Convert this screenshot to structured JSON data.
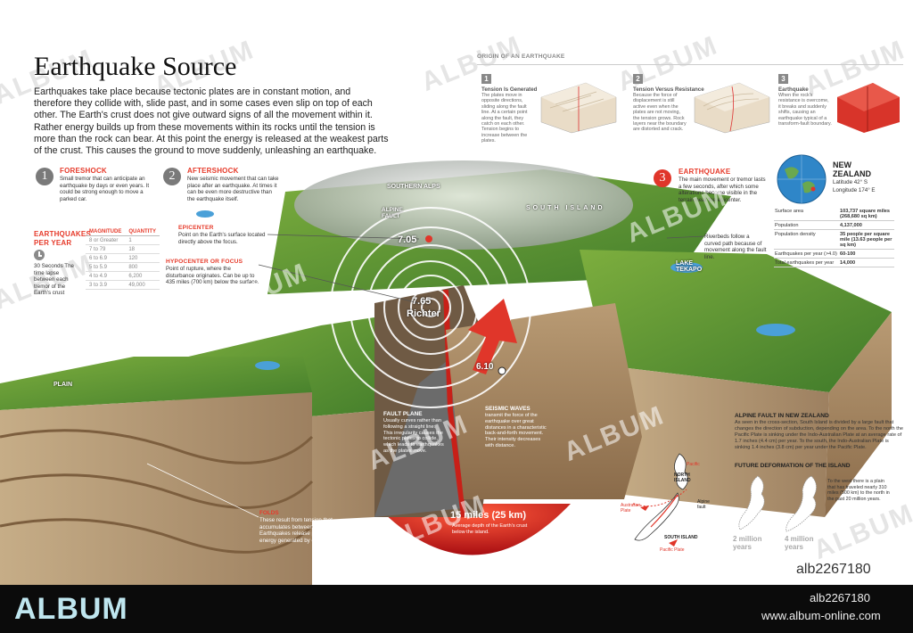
{
  "title": "Earthquake Source",
  "intro": "Earthquakes take place because tectonic plates are in constant motion, and therefore they collide with, slide past, and in some cases even slip on top of each other. The Earth's crust does not give outward signs of all the movement within it. Rather energy builds up from these movements within its rocks until the tension is more than the rock can bear. At this point the energy is released at the weakest parts of the crust. This causes the ground to move suddenly, unleashing an earthquake.",
  "foreshock": {
    "num": "1",
    "title": "FORESHOCK",
    "text": "Small tremor that can anticipate an earthquake by days or even years. It could be strong enough to move a parked car."
  },
  "aftershock": {
    "num": "2",
    "title": "AFTERSHOCK",
    "text": "New seismic movement that can take place after an earthquake. At times it can be even more destructive than the earthquake itself."
  },
  "earthquake": {
    "num": "3",
    "title": "EARTHQUAKE",
    "text": "The main movement or tremor lasts a few seconds, after which some alterations become visible in the terrain near the epicenter."
  },
  "per_year": {
    "title": "EARTHQUAKES PER YEAR",
    "caption": "30 Seconds The time lapse between each tremor of the Earth's crust",
    "headers": [
      "MAGNITUDE",
      "QUANTITY"
    ],
    "rows": [
      [
        "8 or Greater",
        "1"
      ],
      [
        "7 to 79",
        "18"
      ],
      [
        "6 to 6.9",
        "120"
      ],
      [
        "5 to 5.9",
        "800"
      ],
      [
        "4 to 4.9",
        "6,200"
      ],
      [
        "3 to 3.9",
        "49,000"
      ]
    ]
  },
  "epicenter": {
    "title": "EPICENTER",
    "text": "Point on the Earth's surface located directly above the focus."
  },
  "hypocenter": {
    "title": "HYPOCENTER OR FOCUS",
    "text": "Point of rupture, where the disturbance originates. Can be up to 435 miles (700 km) below the surface."
  },
  "origin": {
    "title": "ORIGIN OF AN EARTHQUAKE",
    "steps": [
      {
        "num": "1",
        "title": "Tension Is Generated",
        "text": "The plates move in opposite directions, sliding along the fault line. At a certain point along the fault, they catch on each other. Tension begins to increase between the plates."
      },
      {
        "num": "2",
        "title": "Tension Versus Resistance",
        "text": "Because the force of displacement is still active even when the plates are not moving, the tension grows. Rock layers near the boundary are distorted and crack."
      },
      {
        "num": "3",
        "title": "Earthquake",
        "text": "When the rock's resistance is overcome, it breaks and suddenly shifts, causing an earthquake typical of a transform-fault boundary."
      }
    ]
  },
  "nz": {
    "title": "NEW ZEALAND",
    "lat": "Latitude 42° S",
    "lon": "Longitude 174° E",
    "facts": [
      [
        "Surface area",
        "103,737 square miles (268,680 sq km)"
      ],
      [
        "Population",
        "4,137,000"
      ],
      [
        "Population density",
        "35 people per square mile (13.63 people per sq km)"
      ],
      [
        "Earthquakes per year (>4.0)",
        "60-100"
      ],
      [
        "Total earthquakes per year",
        "14,000"
      ]
    ]
  },
  "map_labels": {
    "southern_alps": "SOUTHERN ALPS",
    "alpine_fault": "ALPINE FAULT",
    "south_island": "SOUTH ISLAND",
    "lake_tekapo": "LAKE TEKAPO",
    "plain": "PLAIN",
    "mag_705": "7.05",
    "mag_765": "7.65",
    "richter": "Richter",
    "mag_610": "6.10"
  },
  "riverbeds": "Riverbeds follow a curved path because of movement along the fault line.",
  "fault_plane": {
    "title": "FAULT PLANE",
    "text": "Usually curves rather than following a straight line. This irregularity causes the tectonic plates to collide, which leads to earthquakes as the plates move."
  },
  "seismic_waves": {
    "title": "SEISMIC WAVES",
    "text": "transmit the force of the earthquake over great distances in a characteristic back-and-forth movement. Their intensity decreases with distance."
  },
  "depth": {
    "value": "15 miles (25 km)",
    "text": "Average depth of the Earth's crust below the island."
  },
  "folds": {
    "title": "FOLDS",
    "text": "These result from tension that accumulates between tectonic plates. Earthquakes release part of the tension energy generated by orogenic folds."
  },
  "alpine_nz": {
    "title": "ALPINE FAULT IN NEW ZEALAND",
    "text": "As seen in the cross-section, South Island is divided by a large fault that changes the direction of subduction, depending on the area. To the north the Pacific Plate is sinking under the Indo-Australian Plate at an average rate of 1.7 inches (4.4 cm) per year. To the south, the Indo-Australian Plate is sinking 1.4 inches (3.8 cm) per year under the Pacific Plate."
  },
  "mini_map": {
    "north_island": "NORTH ISLAND",
    "south_island": "SOUTH ISLAND",
    "australian_plate": "Australian Plate",
    "pacific_plate": "Pacific Plate",
    "alpine_fault": "Alpine fault",
    "pacific_left": "Pacific"
  },
  "future": {
    "title": "FUTURE DEFORMATION OF THE ISLAND",
    "text": "To the west there is a plain that has traveled nearly 310 miles (500 km) to the north in the past 20 million years.",
    "label_2m": "2 million years",
    "label_4m": "4 million years"
  },
  "watermark": "ALBUM",
  "footer": {
    "brand": "ALBUM",
    "id": "alb2267180",
    "url": "www.album-online.com",
    "id_over": "alb2267180"
  }
}
